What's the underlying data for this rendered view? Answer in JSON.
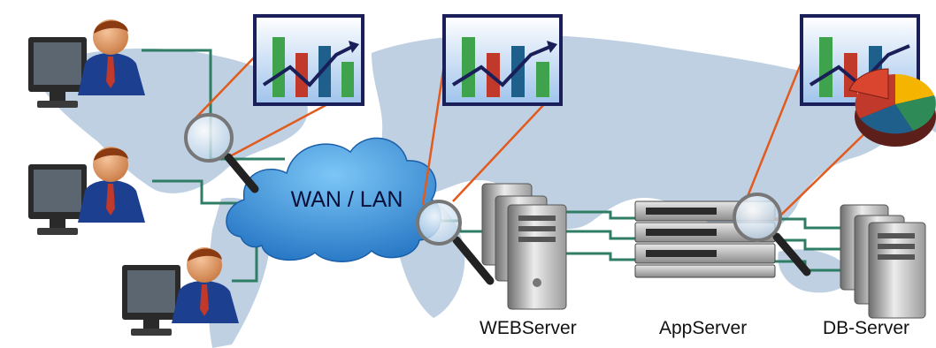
{
  "network": {
    "cloud_label": "WAN / LAN"
  },
  "servers": {
    "web_label": "WEBServer",
    "app_label": "AppServer",
    "db_label": "DB-Server"
  },
  "colors": {
    "map": "#bfd0e3",
    "cloud": "#2f8fd8",
    "link": "#2e7d64",
    "callout_line": "#e25a1c",
    "chart_frame": "#1a1f5a",
    "person_suit": "#1c3f8f",
    "person_tie": "#c0392b"
  },
  "icons": [
    "user-at-monitor-icon",
    "bar-chart-icon",
    "magnifier-icon",
    "tower-server-icon",
    "rack-server-icon",
    "pie-chart-icon"
  ]
}
